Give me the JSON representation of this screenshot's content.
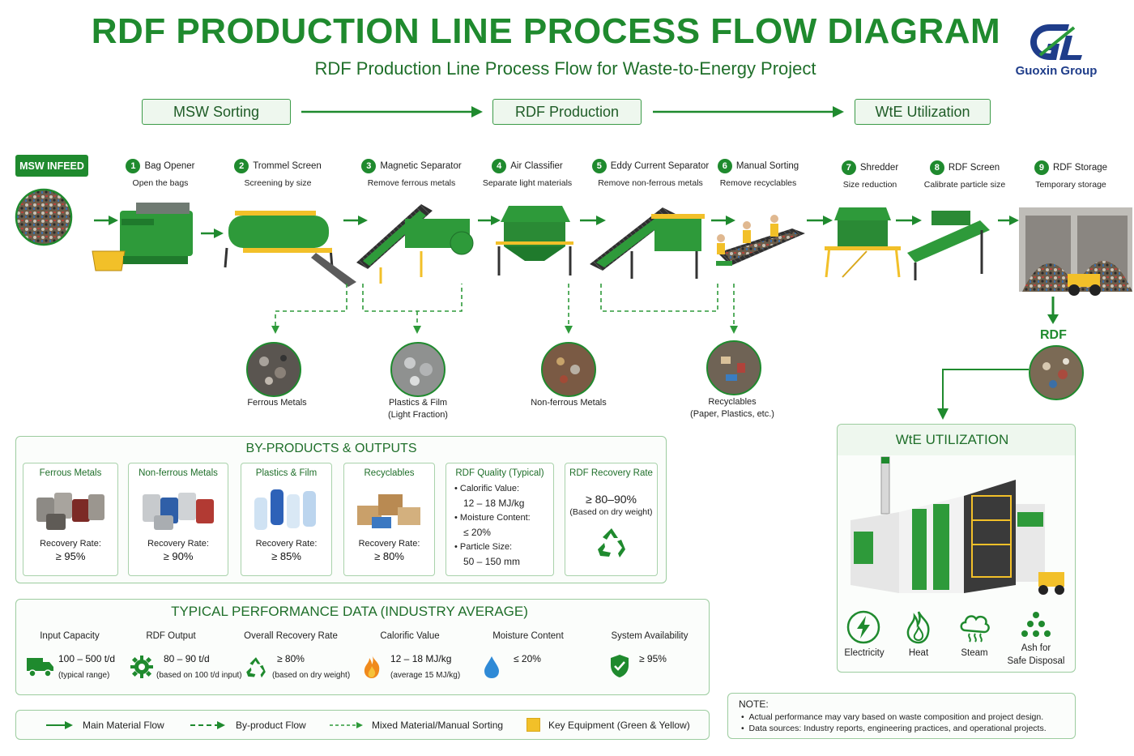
{
  "header": {
    "title": "RDF PRODUCTION LINE PROCESS FLOW DIAGRAM",
    "subtitle": "RDF Production Line Process Flow for Waste-to-Energy Project",
    "logo_text": "Guoxin Group"
  },
  "phases": [
    "MSW Sorting",
    "RDF Production",
    "WtE Utilization"
  ],
  "infeed_label": "MSW INFEED",
  "steps": [
    {
      "num": "1",
      "name": "Bag Opener",
      "desc": "Open the bags"
    },
    {
      "num": "2",
      "name": "Trommel Screen",
      "desc": "Screening by size"
    },
    {
      "num": "3",
      "name": "Magnetic Separator",
      "desc": "Remove ferrous metals"
    },
    {
      "num": "4",
      "name": "Air Classifier",
      "desc": "Separate light materials"
    },
    {
      "num": "5",
      "name": "Eddy Current Separator",
      "desc": "Remove non-ferrous metals"
    },
    {
      "num": "6",
      "name": "Manual Sorting",
      "desc": "Remove recyclables"
    },
    {
      "num": "7",
      "name": "Shredder",
      "desc": "Size reduction"
    },
    {
      "num": "8",
      "name": "RDF Screen",
      "desc": "Calibrate particle size"
    },
    {
      "num": "9",
      "name": "RDF Storage",
      "desc": "Temporary storage"
    }
  ],
  "byproduct_flow": [
    {
      "line1": "Ferrous Metals",
      "line2": ""
    },
    {
      "line1": "Plastics & Film",
      "line2": "(Light Fraction)"
    },
    {
      "line1": "Non-ferrous Metals",
      "line2": ""
    },
    {
      "line1": "Recyclables",
      "line2": "(Paper, Plastics, etc.)"
    }
  ],
  "rdf_label": "RDF",
  "outputs": {
    "title": "BY-PRODUCTS & OUTPUTS",
    "cards": [
      {
        "title": "Ferrous Metals",
        "rate_label": "Recovery Rate:",
        "rate": "≥ 95%"
      },
      {
        "title": "Non-ferrous Metals",
        "rate_label": "Recovery Rate:",
        "rate": "≥ 90%"
      },
      {
        "title": "Plastics & Film",
        "rate_label": "Recovery Rate:",
        "rate": "≥ 85%"
      },
      {
        "title": "Recyclables",
        "rate_label": "Recovery Rate:",
        "rate": "≥ 80%"
      }
    ],
    "quality": {
      "title": "RDF Quality (Typical)",
      "items": [
        {
          "label": "Calorific Value:",
          "value": "12 – 18 MJ/kg"
        },
        {
          "label": "Moisture Content:",
          "value": "≤ 20%"
        },
        {
          "label": "Particle Size:",
          "value": "50 – 150 mm"
        }
      ]
    },
    "recovery": {
      "title": "RDF Recovery Rate",
      "value": "≥ 80–90%",
      "note": "(Based on dry weight)"
    }
  },
  "performance": {
    "title": "TYPICAL PERFORMANCE DATA (INDUSTRY AVERAGE)",
    "items": [
      {
        "label": "Input Capacity",
        "value": "100 – 500 t/d",
        "sub": "(typical range)",
        "icon": "truck-icon"
      },
      {
        "label": "RDF Output",
        "value": "80 – 90 t/d",
        "sub": "(based on 100 t/d input)",
        "icon": "gear-icon"
      },
      {
        "label": "Overall Recovery Rate",
        "value": "≥ 80%",
        "sub": "(based on dry weight)",
        "icon": "recycle-icon"
      },
      {
        "label": "Calorific Value",
        "value": "12 – 18 MJ/kg",
        "sub": "(average 15 MJ/kg)",
        "icon": "flame-icon"
      },
      {
        "label": "Moisture Content",
        "value": "≤ 20%",
        "sub": "",
        "icon": "droplet-icon"
      },
      {
        "label": "System Availability",
        "value": "≥ 95%",
        "sub": "",
        "icon": "shield-check-icon"
      }
    ]
  },
  "legend": {
    "main": "Main Material Flow",
    "byproduct": "By-product Flow",
    "mixed": "Mixed Material/Manual Sorting",
    "key": "Key Equipment (Green & Yellow)"
  },
  "wte": {
    "title": "WtE UTILIZATION",
    "outputs": [
      {
        "label": "Electricity",
        "label2": "",
        "icon": "lightning-icon"
      },
      {
        "label": "Heat",
        "label2": "",
        "icon": "flame-icon"
      },
      {
        "label": "Steam",
        "label2": "",
        "icon": "steam-icon"
      },
      {
        "label": "Ash for",
        "label2": "Safe Disposal",
        "icon": "ash-icon"
      }
    ]
  },
  "note": {
    "title": "NOTE:",
    "lines": [
      "Actual performance may vary based on waste composition and project design.",
      "Data sources: Industry reports, engineering practices, and operational projects."
    ]
  },
  "colors": {
    "brand_green": "#1f8a2e",
    "accent_yellow": "#f2c029",
    "logo_blue": "#1f3d8a"
  }
}
